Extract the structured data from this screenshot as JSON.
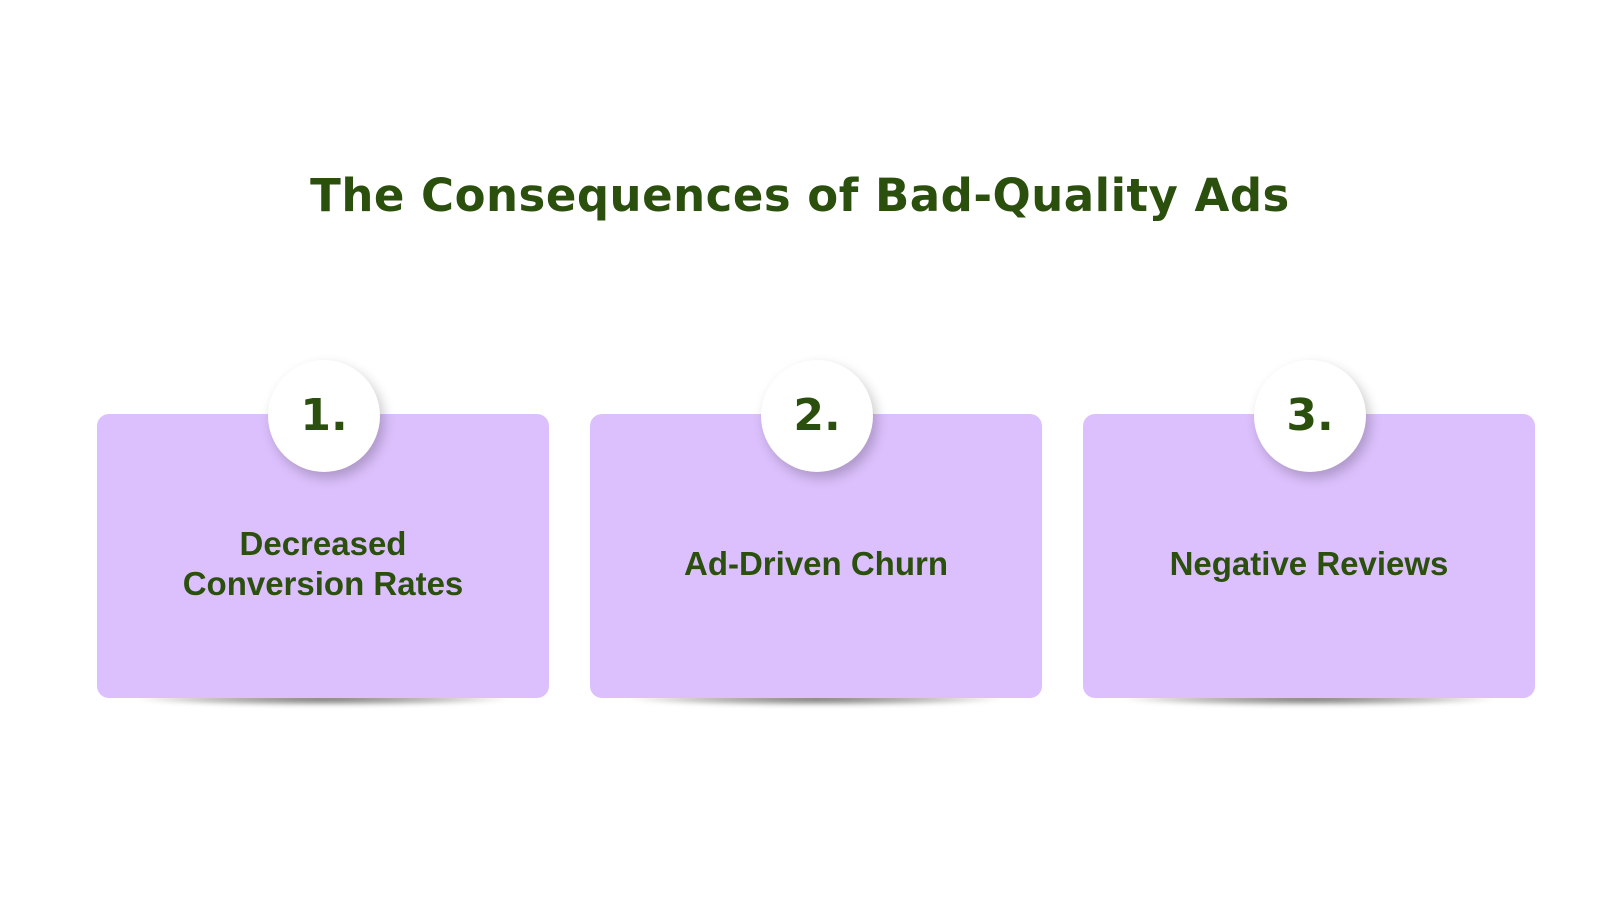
{
  "title": "The Consequences of Bad-Quality Ads",
  "colors": {
    "title_text": "#2b4f0c",
    "card_fill": "#dcc0fd",
    "badge_fill": "#ffffff",
    "background": "#ffffff"
  },
  "items": [
    {
      "number": "1.",
      "label": "Decreased Conversion Rates"
    },
    {
      "number": "2.",
      "label": "Ad-Driven Churn"
    },
    {
      "number": "3.",
      "label": "Negative Reviews"
    }
  ]
}
